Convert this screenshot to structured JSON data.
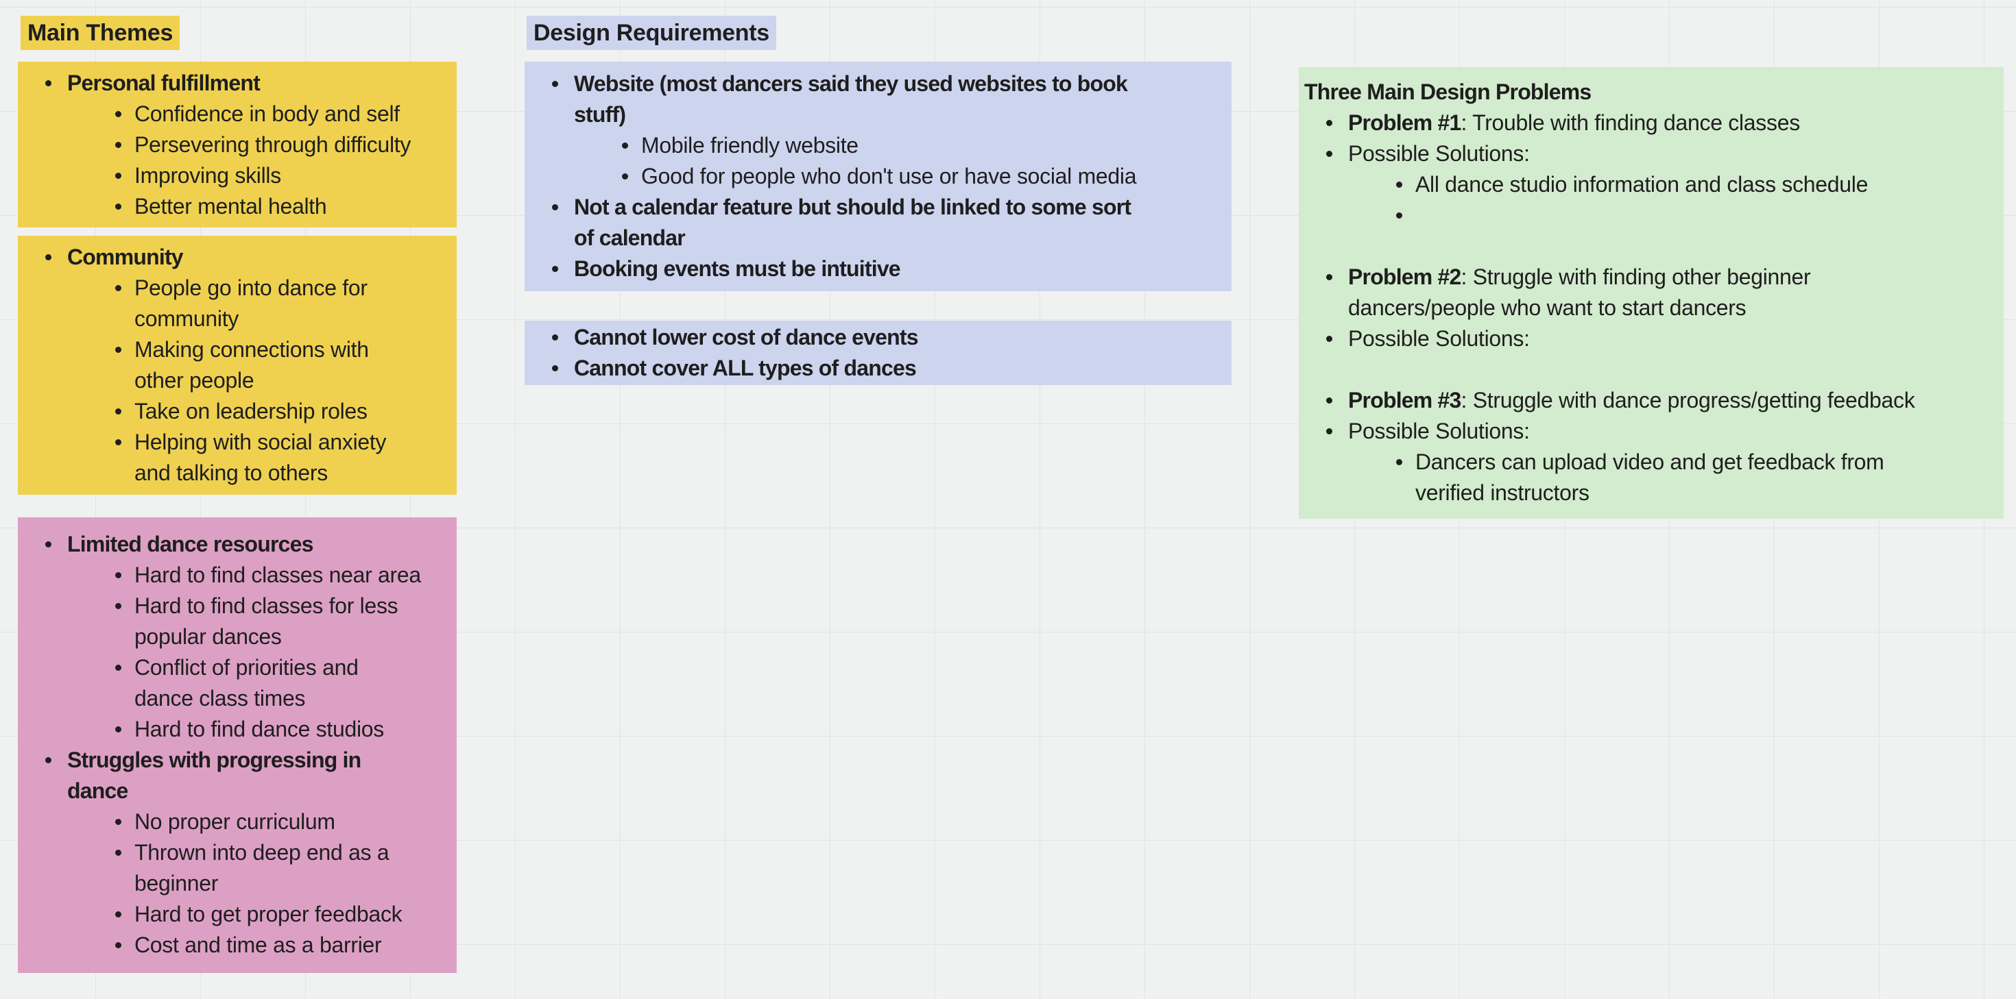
{
  "app": {
    "kind": "whiteboard-canvas",
    "background_color": "#f0f1f1",
    "grid_line_color": "#e2e3e3",
    "text_color": "#1e1e1e"
  },
  "titles": [
    {
      "id": "main-themes",
      "label": "Main Themes",
      "color": "#EFD14F"
    },
    {
      "id": "design-requirements",
      "label": "Design Requirements",
      "color": "#CDD4EE"
    }
  ],
  "blocks": [
    {
      "id": "themes-personal-fulfillment",
      "color": "#EFD14F",
      "items": [
        {
          "lvl": 1,
          "bold": true,
          "t": "Personal fulfillment"
        },
        {
          "lvl": 2,
          "t": "Confidence in body and self"
        },
        {
          "lvl": 2,
          "t": "Persevering through difficulty"
        },
        {
          "lvl": 2,
          "t": "Improving skills"
        },
        {
          "lvl": 2,
          "t": "Better mental health"
        }
      ]
    },
    {
      "id": "themes-community",
      "color": "#EFD14F",
      "items": [
        {
          "lvl": 1,
          "bold": true,
          "t": "Community"
        },
        {
          "lvl": 2,
          "t": "People go into dance for"
        },
        {
          "lvl": 2,
          "cont": true,
          "t": "community"
        },
        {
          "lvl": 2,
          "t": "Making connections with"
        },
        {
          "lvl": 2,
          "cont": true,
          "t": "other people"
        },
        {
          "lvl": 2,
          "t": "Take on leadership roles"
        },
        {
          "lvl": 2,
          "t": "Helping with social anxiety"
        },
        {
          "lvl": 2,
          "cont": true,
          "t": "and talking to others"
        }
      ]
    },
    {
      "id": "themes-limited-resources-and-progress",
      "color": "#DDA0C5",
      "items": [
        {
          "lvl": 1,
          "bold": true,
          "t": "Limited dance resources"
        },
        {
          "lvl": 2,
          "t": "Hard to find classes near area"
        },
        {
          "lvl": 2,
          "t": "Hard to find classes for less"
        },
        {
          "lvl": 2,
          "cont": true,
          "t": "popular dances"
        },
        {
          "lvl": 2,
          "t": "Conflict of priorities and"
        },
        {
          "lvl": 2,
          "cont": true,
          "t": "dance class times"
        },
        {
          "lvl": 2,
          "t": "Hard to find dance studios"
        },
        {
          "lvl": 1,
          "bold": true,
          "t": "Struggles with progressing in"
        },
        {
          "lvl": 1,
          "cont": true,
          "bold": true,
          "t": "dance"
        },
        {
          "lvl": 2,
          "t": "No proper curriculum"
        },
        {
          "lvl": 2,
          "t": "Thrown into deep end as a"
        },
        {
          "lvl": 2,
          "cont": true,
          "t": "beginner"
        },
        {
          "lvl": 2,
          "t": "Hard to get proper feedback"
        },
        {
          "lvl": 2,
          "t": "Cost and time as a barrier"
        }
      ]
    },
    {
      "id": "requirements-website",
      "color": "#CDD4EE",
      "items": [
        {
          "lvl": 1,
          "bold": true,
          "t": "Website (most dancers said they used websites to book"
        },
        {
          "lvl": 1,
          "cont": true,
          "bold": true,
          "t": "stuff)"
        },
        {
          "lvl": 2,
          "t": "Mobile friendly website"
        },
        {
          "lvl": 2,
          "t": "Good for people who don't use or have social media"
        },
        {
          "lvl": 1,
          "bold": true,
          "t": "Not a calendar feature but should be linked to some sort"
        },
        {
          "lvl": 1,
          "cont": true,
          "bold": true,
          "t": "of calendar"
        },
        {
          "lvl": 1,
          "bold": true,
          "t": "Booking events must be intuitive"
        }
      ]
    },
    {
      "id": "requirements-constraints",
      "color": "#CDD4EE",
      "items": [
        {
          "lvl": 1,
          "bold": true,
          "t": "Cannot lower cost of dance events"
        },
        {
          "lvl": 1,
          "bold": true,
          "t": "Cannot cover ALL types of dances"
        }
      ]
    },
    {
      "id": "three-main-design-problems",
      "color": "#D3EBCE",
      "items": [
        {
          "lvl": 0,
          "bold": true,
          "t": "Three Main Design Problems"
        },
        {
          "lvl": 1,
          "b": "Problem #1",
          "t": ": Trouble with finding dance classes"
        },
        {
          "lvl": 1,
          "t": "Possible Solutions:"
        },
        {
          "lvl": 2,
          "t": "All dance studio information and class schedule"
        },
        {
          "lvl": 2,
          "t": ""
        },
        {
          "blank": true
        },
        {
          "lvl": 1,
          "b": "Problem #2",
          "t": ": Struggle with finding other beginner"
        },
        {
          "lvl": 1,
          "cont": true,
          "t": "dancers/people who want to start dancers"
        },
        {
          "lvl": 1,
          "t": "Possible Solutions:"
        },
        {
          "blank": true
        },
        {
          "lvl": 1,
          "b": "Problem #3",
          "t": ": Struggle with dance progress/getting feedback"
        },
        {
          "lvl": 1,
          "t": "Possible Solutions:"
        },
        {
          "lvl": 2,
          "t": "Dancers can upload video and get feedback from"
        },
        {
          "lvl": 2,
          "cont": true,
          "t": "verified instructors"
        }
      ]
    }
  ]
}
